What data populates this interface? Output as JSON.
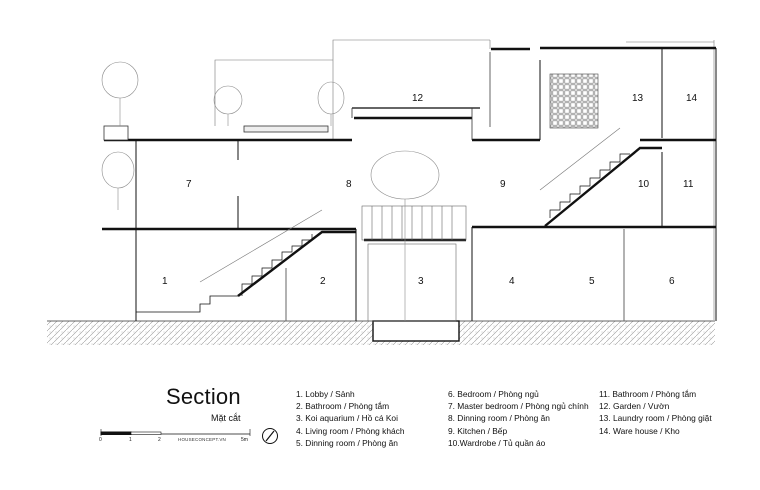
{
  "drawing": {
    "title": "Section",
    "subtitle": "Mặt cắt",
    "scale_bar": {
      "marks": [
        "0",
        "1",
        "2"
      ],
      "unit_label": "5m",
      "brand": "HOUSECONCEPT.VN"
    },
    "room_numbers": [
      "1",
      "2",
      "3",
      "4",
      "5",
      "6",
      "7",
      "8",
      "9",
      "10",
      "11",
      "12",
      "13",
      "14"
    ]
  },
  "legend": {
    "col1": [
      "1.  Lobby / Sảnh",
      "2.  Bathroom / Phòng tắm",
      "3.  Koi aquarium / Hồ cá Koi",
      "4.  Living room / Phòng khách",
      "5.  Dinning room / Phòng ăn"
    ],
    "col2": [
      "6.  Bedroom / Phòng ngủ",
      "7.  Master bedroom / Phòng ngủ chính",
      "8.  Dinning room / Phòng ăn",
      "9.  Kitchen / Bếp",
      "10.Wardrobe / Tủ quần áo"
    ],
    "col3": [
      "11. Bathroom / Phòng tắm",
      "12. Garden / Vườn",
      "13. Laundry room / Phòng giặt",
      "14. Ware house / Kho"
    ]
  },
  "colors": {
    "line": "#111111",
    "ground_hatch": "#9a9a9a",
    "thin_line": "#555555",
    "tree": "#8a8a8a"
  }
}
